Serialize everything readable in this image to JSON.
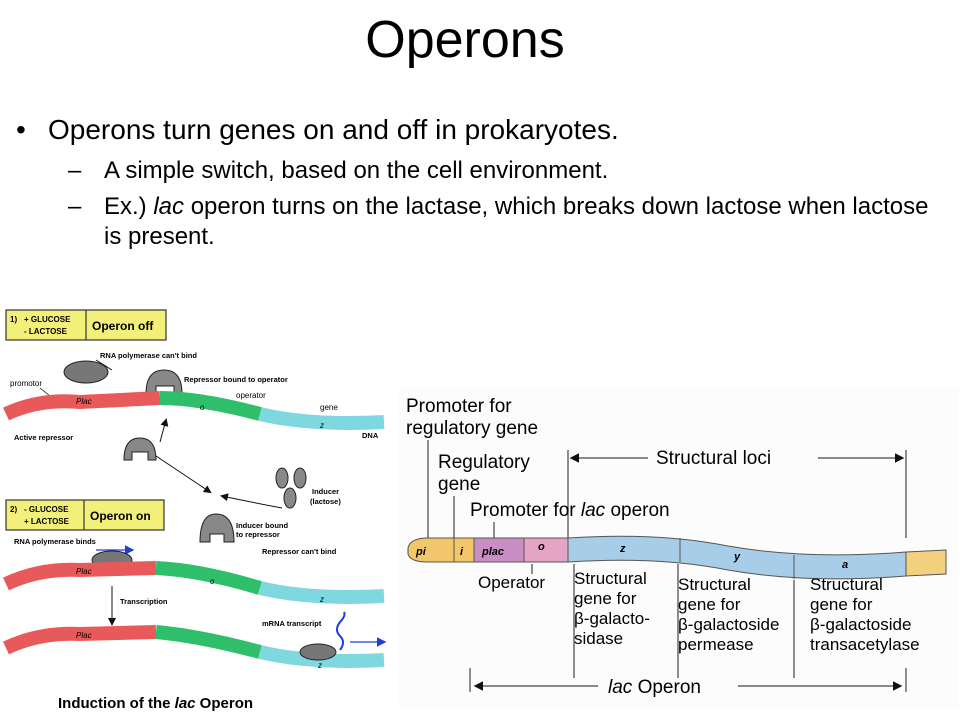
{
  "title": "Operons",
  "bullets": {
    "main": "Operons turn genes on and off in prokaryotes.",
    "sub1": "A simple switch, based on the cell environment.",
    "sub2_prefix": "Ex.) ",
    "sub2_em": "lac",
    "sub2_rest": " operon turns on the lactase, which breaks down lactose when lactose is present.",
    "bullet_glyph": "•",
    "dash_glyph": "–"
  },
  "left_figure": {
    "box1_num": "1)",
    "box1_line1": "+ GLUCOSE",
    "box1_line2": "- LACTOSE",
    "box1_state": "Operon off",
    "rnap_cant_bind": "RNA polymerase can't bind",
    "repressor_bound": "Repressor bound to operator",
    "promotor": "promotor",
    "operator": "operator",
    "gene": "gene",
    "p_lac": "Plac",
    "o": "o",
    "z": "z",
    "dna": "DNA",
    "active_repressor": "Active repressor",
    "inducer": "Inducer",
    "lactose_paren": "(lactose)",
    "box2_num": "2)",
    "box2_line1": "- GLUCOSE",
    "box2_line2": "+ LACTOSE",
    "box2_state": "Operon on",
    "rnap_binds": "RNA polymerase binds",
    "inducer_bound_1": "Inducer bound",
    "inducer_bound_2": "to repressor",
    "repressor_cant_bind": "Repressor can't bind",
    "transcription": "Transcription",
    "mrna_transcript": "mRNA transcript",
    "caption_prefix": "Induction of the ",
    "caption_em": "lac",
    "caption_suffix": " Operon",
    "colors": {
      "promoter": "#e85a5a",
      "operator": "#2fbf6a",
      "gene": "#7fd8e0",
      "box": "#f3f07a"
    }
  },
  "right_figure": {
    "promoter_reg_1": "Promoter for",
    "promoter_reg_2": "regulatory gene",
    "regulatory_1": "Regulatory",
    "regulatory_2": "gene",
    "structural_loci": "Structural loci",
    "promoter_lac_prefix": "Promoter for ",
    "promoter_lac_em": "lac",
    "promoter_lac_suffix": " operon",
    "seg_pi": "pi",
    "seg_i": "i",
    "seg_plac": "plac",
    "seg_o": "o",
    "seg_z": "z",
    "seg_y": "y",
    "seg_a": "a",
    "operator": "Operator",
    "z_1": "Structural",
    "z_2": "gene for",
    "z_3": "β-galacto-",
    "z_4": "sidase",
    "y_1": "Structural",
    "y_2": "gene for",
    "y_3": "β-galactoside",
    "y_4": "permease",
    "a_1": "Structural",
    "a_2": "gene for",
    "a_3": "β-galactoside",
    "a_4": "transacetylase",
    "lac_operon_em": "lac",
    "lac_operon_suffix": " Operon",
    "colors": {
      "pi": "#f2c76b",
      "plac": "#c98fc4",
      "o": "#e3a4c6",
      "z": "#a8cde8",
      "end": "#f2d27e"
    }
  }
}
